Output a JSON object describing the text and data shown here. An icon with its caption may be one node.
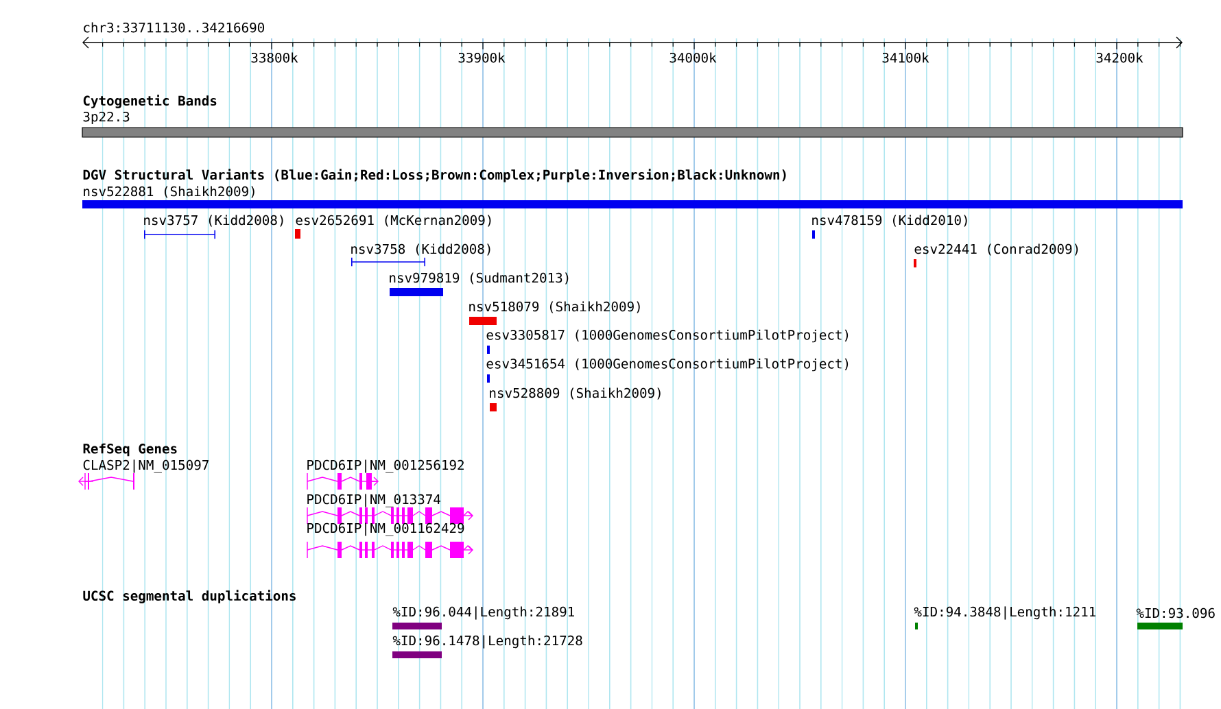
{
  "diagram": {
    "labels": [
      "chr3:33711130..34216690",
      "33800k",
      "33900k",
      "34000k",
      "34100k",
      "34200k",
      "Cytogenetic Bands",
      "3p22.3",
      "DGV Structural Variants (Blue:Gain;Red:Loss;Brown:Complex;Purple:Inversion;Black:Unknown)",
      "nsv522881 (Shaikh2009)",
      "nsv3757 (Kidd2008)",
      "esv2652691 (McKernan2009)",
      "nsv478159 (Kidd2010)",
      "nsv3758 (Kidd2008)",
      "esv22441 (Conrad2009)",
      "nsv979819 (Sudmant2013)",
      "nsv518079 (Shaikh2009)",
      "esv3305817 (1000GenomesConsortiumPilotProject)",
      "esv3451654 (1000GenomesConsortiumPilotProject)",
      "nsv528809 (Shaikh2009)",
      "RefSeq Genes",
      "CLASP2|NM_015097",
      "PDCD6IP|NM_001256192",
      "PDCD6IP|NM_013374",
      "PDCD6IP|NM_001162429",
      "UCSC segmental duplications",
      "%ID:96.044|Length:21891",
      "%ID:94.3848|Length:1211",
      "%ID:93.096",
      "%ID:96.1478|Length:21728"
    ]
  }
}
